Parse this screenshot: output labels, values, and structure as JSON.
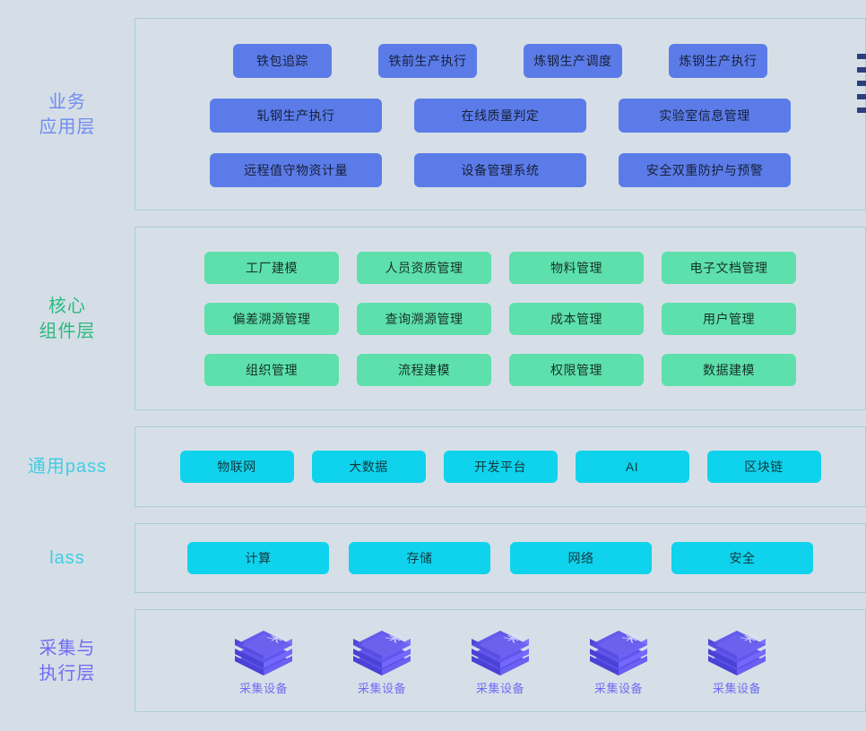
{
  "diagram": {
    "title": "",
    "background_color": "#d5dee6",
    "layers": [
      {
        "id": "business",
        "label": "业务\n应用层",
        "label_color": "#6f8cf0",
        "chip_color": "#5b7ce8",
        "rows": [
          [
            "铁包追踪",
            "铁前生产执行",
            "炼钢生产调度",
            "炼钢生产执行"
          ],
          [
            "轧钢生产执行",
            "在线质量判定",
            "实验室信息管理"
          ],
          [
            "远程值守物资计量",
            "设备管理系统",
            "安全双重防护与预警"
          ]
        ]
      },
      {
        "id": "core",
        "label": "核心\n组件层",
        "label_color": "#2cb97f",
        "chip_color": "#5de0ab",
        "rows": [
          [
            "工厂建模",
            "人员资质管理",
            "物料管理",
            "电子文档管理"
          ],
          [
            "偏差溯源管理",
            "查询溯源管理",
            "成本管理",
            "用户管理"
          ],
          [
            "组织管理",
            "流程建模",
            "权限管理",
            "数据建模"
          ]
        ]
      },
      {
        "id": "paas",
        "label": "通用pass",
        "label_color": "#3fcde6",
        "chip_color": "#0fd3ec",
        "rows": [
          [
            "物联网",
            "大数据",
            "开发平台",
            "AI",
            "区块链"
          ]
        ]
      },
      {
        "id": "iaas",
        "label": "lass",
        "label_color": "#3fcde6",
        "chip_color": "#0fd3ec",
        "rows": [
          [
            "计算",
            "存储",
            "网络",
            "安全"
          ]
        ]
      },
      {
        "id": "device",
        "label": "采集与\n执行层",
        "label_color": "#6f6cf5",
        "chip_color": "#5b52e8",
        "devices": [
          {
            "icon": "cube-device-icon",
            "glyph": "采",
            "caption": "采集设备"
          },
          {
            "icon": "cube-device-icon",
            "glyph": "采",
            "caption": "采集设备"
          },
          {
            "icon": "cube-device-icon",
            "glyph": "采",
            "caption": "采集设备"
          },
          {
            "icon": "cube-device-icon",
            "glyph": "采",
            "caption": "采集设备"
          },
          {
            "icon": "cube-device-icon",
            "glyph": "采",
            "caption": "采集设备"
          }
        ]
      }
    ],
    "edge_markers": {
      "count": 5,
      "color": "#2b3f7d"
    }
  }
}
